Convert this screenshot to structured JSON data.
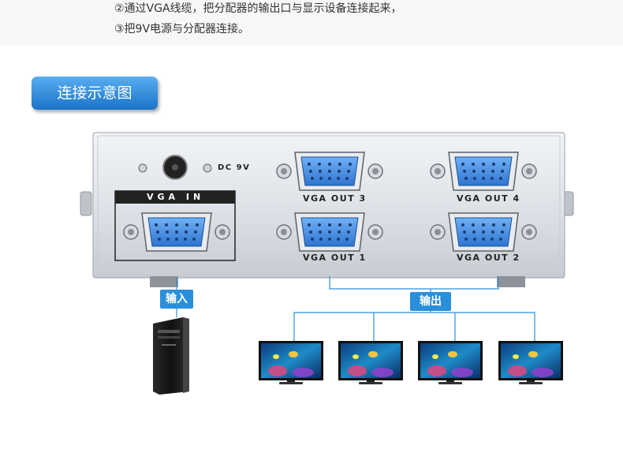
{
  "instructions": {
    "line2": "②通过VGA线缆，把分配器的输出口与显示设备连接起来，",
    "line3": "③把9V电源与分配器连接。"
  },
  "section_title": "连接示意图",
  "device": {
    "dc_label": "DC 9V",
    "vga_in_label": "VGA IN",
    "ports": {
      "out1": "VGA OUT 1",
      "out2": "VGA OUT 2",
      "out3": "VGA OUT 3",
      "out4": "VGA OUT 4"
    }
  },
  "tags": {
    "input": "输入",
    "output": "输出"
  },
  "colors": {
    "tag_blue": "#2a8fdb",
    "port_blue": "#4a8fe0",
    "device_silver": "#d9dde3"
  }
}
